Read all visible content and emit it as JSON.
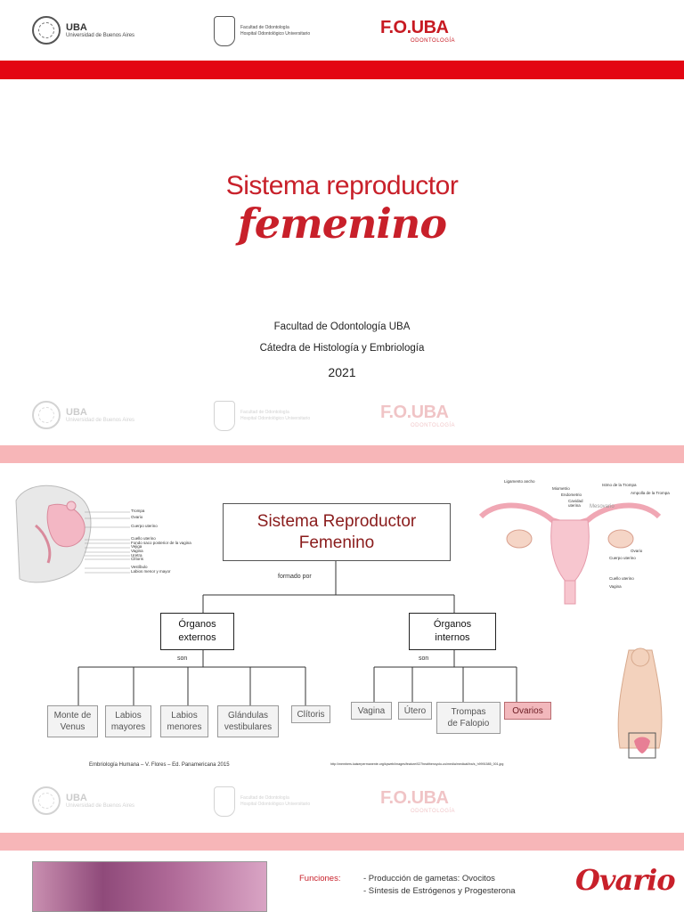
{
  "logos": {
    "uba_name": "UBA",
    "uba_sub": "Universidad de Buenos Aires",
    "fo_hosp_line1": "Facultad de Odontología",
    "fo_hosp_line2": "Hospital Odontológico Universitario",
    "fouba_fo": "F.O.",
    "fouba_uba": "UBA",
    "fouba_sub": "ODONTOLOGÍA"
  },
  "slide1": {
    "title_line1": "Sistema reproductor",
    "title_line2": "femenino",
    "faculty": "Facultad de Odontología UBA",
    "chair": "Cátedra de Histología y Embriología",
    "year": "2021"
  },
  "slide2": {
    "main_box": "Sistema Reproductor Femenino",
    "connector_main": "formado por",
    "externos": "Órganos externos",
    "internos": "Órganos internos",
    "son_ext": "son",
    "son_int": "son",
    "external_items": [
      "Monte de Venus",
      "Labios mayores",
      "Labios menores",
      "Glándulas vestibulares",
      "Clítoris"
    ],
    "internal_items": [
      "Vagina",
      "Útero",
      "Trompas de Falopio",
      "Ovarios"
    ],
    "ref_left": "Embriología Humana – V. Flores – Ed. Panamericana 2015",
    "ref_right": "http://members.kaiserpermanente.org/kpweb/images/feature/027healthencyclo-us/media/medical/hw/s_h9991585_001.jpg",
    "sagittal_labels": [
      "Trompa",
      "Ovario",
      "Cuerpo uterino",
      "Cuello uterino",
      "Fondo saco posterior de la vagina",
      "Vejiga",
      "Vagina",
      "Uretra",
      "Clítoris",
      "Vestíbulo",
      "Labios menor y mayor"
    ],
    "uterus_labels": [
      "Ligamento ancho",
      "Miometrio",
      "Endometrio",
      "Cavidad uterina",
      "Mesovario",
      "Istmo de la Trompa",
      "Ampolla de la Trompa",
      "Ovario",
      "Cuerpo uterino",
      "Cuello uterino",
      "Vagina"
    ]
  },
  "slide3": {
    "func_label": "Funciones:",
    "func_items": [
      "- Producción de gametas: Ovocitos",
      "- Síntesis de Estrógenos y Progesterona"
    ],
    "title": "Ovario"
  },
  "colors": {
    "brand_red": "#e30613",
    "title_red": "#c8202a",
    "separator_pink": "#f7b6b8",
    "highlight_pink": "#f2b8bc"
  }
}
